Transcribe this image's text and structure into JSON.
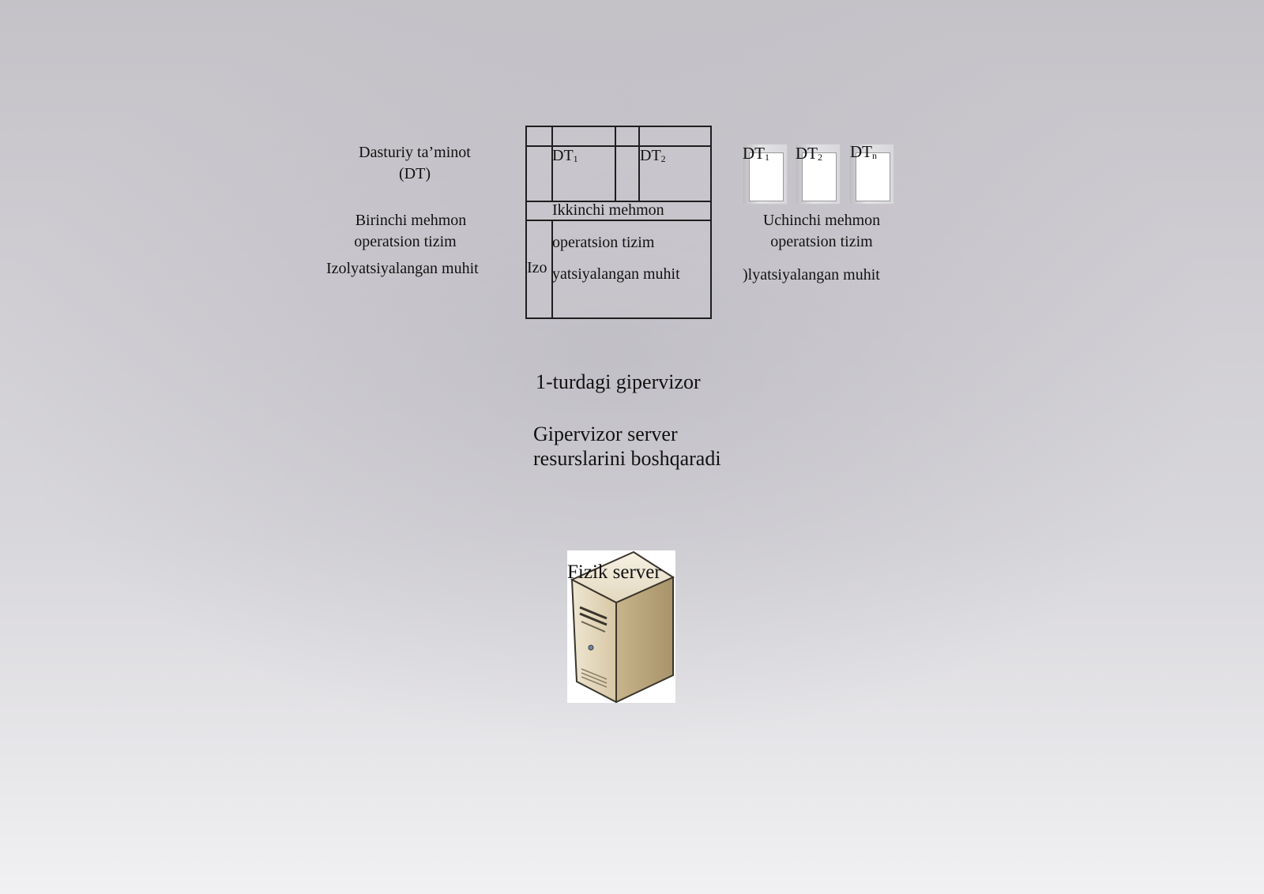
{
  "left_guest": {
    "software_line1": "Dasturiy ta’minot",
    "software_line2": "(DT)",
    "os_line1": "Birinchi mehmon",
    "os_line2": "operatsion tizim",
    "env": "Izolyatsiyalangan muhit"
  },
  "middle_guest": {
    "app1": "DT",
    "app1_sub": "1",
    "app2": "DT",
    "app2_sub": "2",
    "os_line1": "Ikkinchi mehmon",
    "os_line2": "operatsion tizim",
    "env_left": "Izo",
    "env_right": "yatsiyalangan muhit"
  },
  "right_guest": {
    "apps": [
      {
        "label": "DT",
        "sub": "1"
      },
      {
        "label": "DT",
        "sub": "2"
      },
      {
        "label": "DT",
        "sub": "n"
      }
    ],
    "os_line1": "Uchinchi mehmon",
    "os_line2": "operatsion tizim",
    "env": ")lyatsiyalangan muhit"
  },
  "hypervisor": {
    "title": "1-turdagi gipervizor",
    "desc_line1": "Gipervizor server",
    "desc_line2": "resurslarini boshqaradi"
  },
  "server": {
    "label": "Fizik server",
    "icon": "server-tower-icon"
  }
}
